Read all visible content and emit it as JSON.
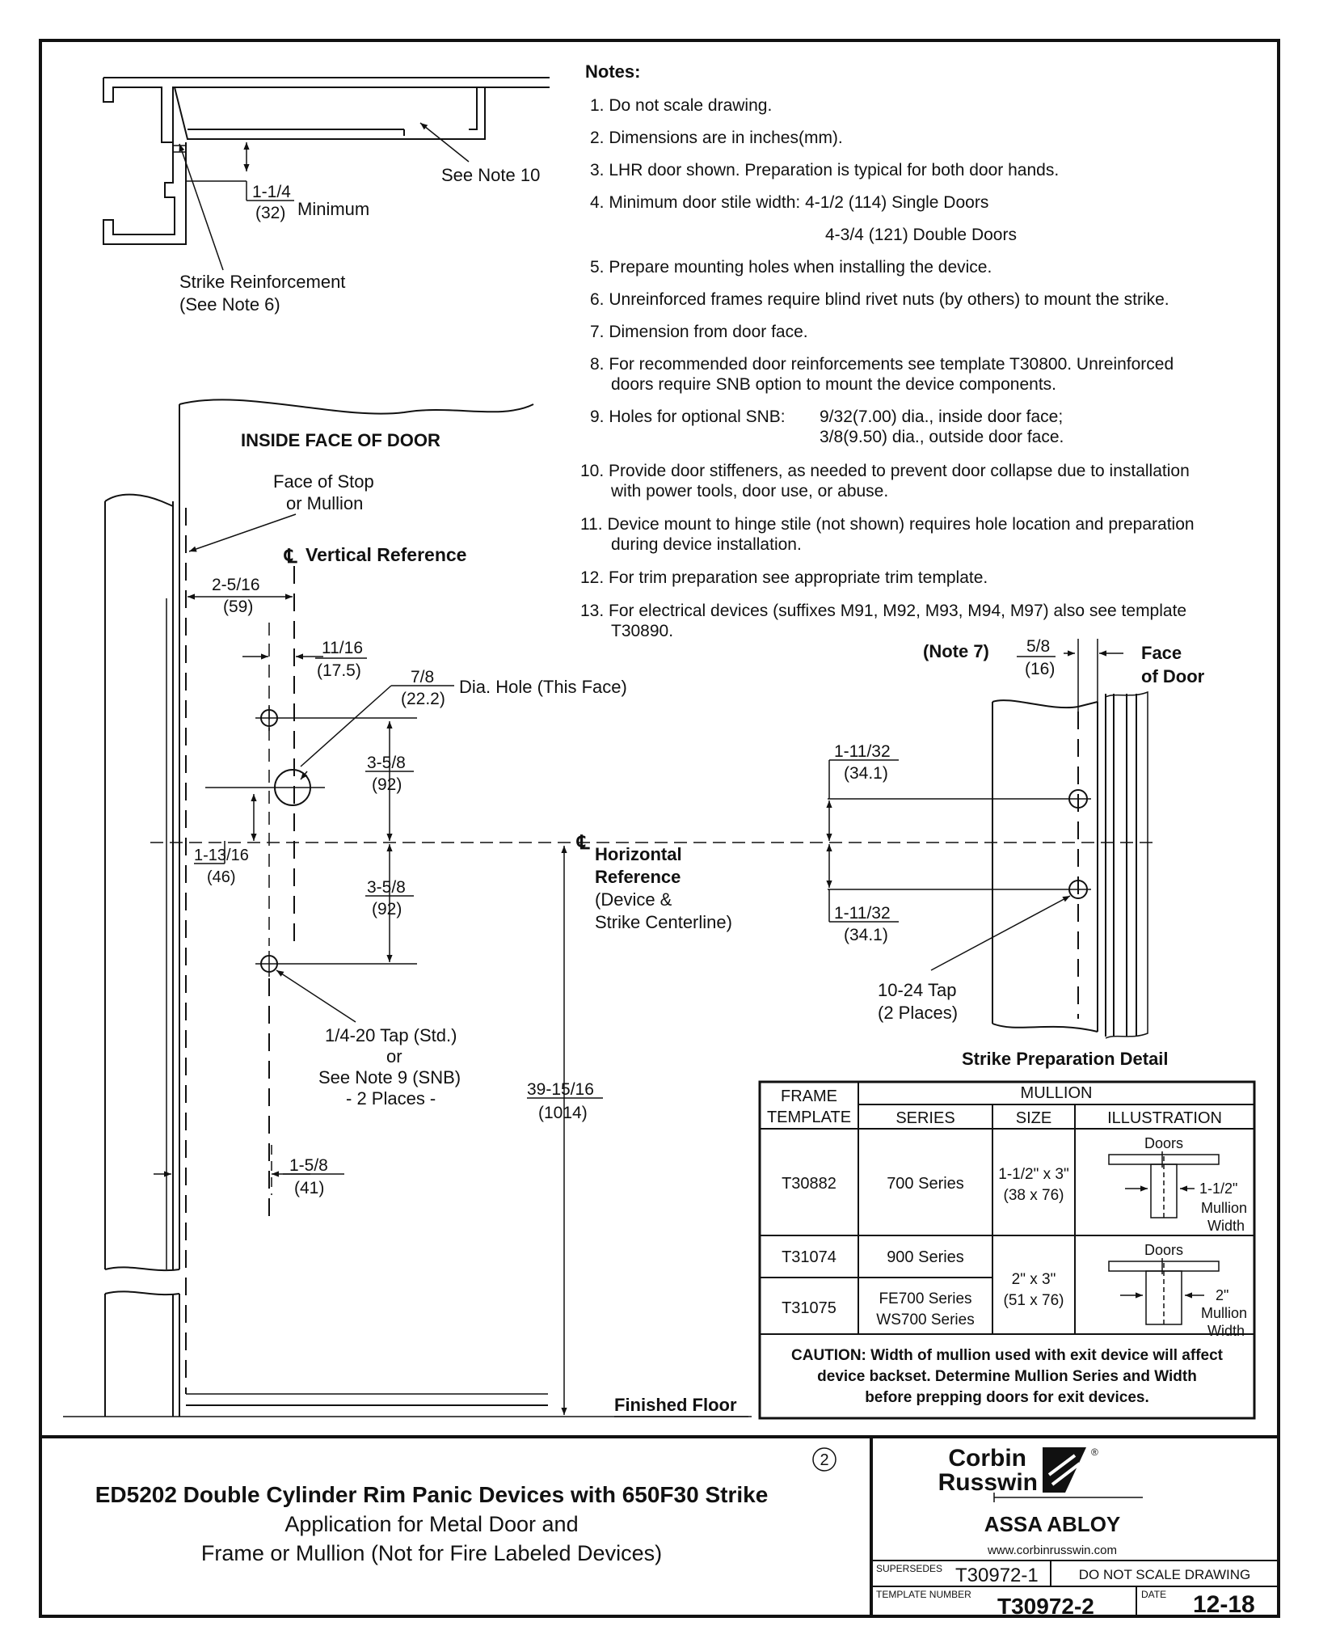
{
  "notes": {
    "heading": "Notes:",
    "items": [
      "1. Do not scale drawing.",
      "2. Dimensions are in inches(mm).",
      "3. LHR door shown. Preparation is typical for both door hands.",
      "4. Minimum door stile width: 4-1/2 (114) Single Doors",
      "4-3/4 (121) Double Doors",
      "5. Prepare mounting holes when installing the device.",
      "6. Unreinforced frames require blind rivet nuts (by others) to mount the strike.",
      "7. Dimension from door face.",
      "8. For recommended door reinforcements see template T30800. Unreinforced",
      "doors require SNB option to mount the device components.",
      "9. Holes for optional SNB:",
      "9/32(7.00) dia., inside door face;",
      "3/8(9.50) dia., outside door face.",
      "10. Provide door stiffeners, as needed to prevent door collapse due to installation",
      "with power tools, door use, or abuse.",
      "11. Device mount to hinge stile (not shown) requires hole location and preparation",
      "during device installation.",
      "12. For trim preparation see appropriate trim template.",
      "13. For electrical devices (suffixes M91, M92, M93, M94, M97) also see template",
      "T30890."
    ]
  },
  "frame_section": {
    "see_note_10": "See Note 10",
    "dim_num": "1-1/4",
    "dim_mm": "(32)",
    "dim_suffix": "Minimum",
    "strike_reinf_1": "Strike Reinforcement",
    "strike_reinf_2": "(See Note 6)"
  },
  "door_elevation": {
    "title": "INSIDE FACE OF DOOR",
    "face_stop_1": "Face of Stop",
    "face_stop_2": "or Mullion",
    "vert_ref_symbol": "℄",
    "vert_ref": "Vertical Reference",
    "d_2_5_16": "2-5/16",
    "d_2_5_16_mm": "(59)",
    "d_11_16": "11/16",
    "d_11_16_mm": "(17.5)",
    "d_7_8": "7/8",
    "d_7_8_mm": "(22.2)",
    "dia_hole": "Dia. Hole (This Face)",
    "d_3_5_8_a": "3-5/8",
    "d_3_5_8_a_mm": "(92)",
    "d_1_13_16": "1-13/16",
    "d_1_13_16_mm": "(46)",
    "horiz_ref_symbol": "℄",
    "horiz_ref_1": "Horizontal",
    "horiz_ref_2": "Reference",
    "horiz_ref_3": "(Device &",
    "horiz_ref_4": "Strike Centerline)",
    "d_3_5_8_b": "3-5/8",
    "d_3_5_8_b_mm": "(92)",
    "tap_1": "1/4-20 Tap (Std.)",
    "tap_2": "or",
    "tap_3": "See Note 9 (SNB)",
    "tap_4": "- 2 Places -",
    "d_39": "39-15/16",
    "d_39_mm": "(1014)",
    "d_1_5_8": "1-5/8",
    "d_1_5_8_mm": "(41)",
    "finished_floor": "Finished Floor"
  },
  "strike_detail": {
    "note7": "(Note 7)",
    "d_5_8": "5/8",
    "d_5_8_mm": "(16)",
    "face_of_door_1": "Face",
    "face_of_door_2": "of Door",
    "d_top": "1-11/32",
    "d_top_mm": "(34.1)",
    "d_bot": "1-11/32",
    "d_bot_mm": "(34.1)",
    "tap_1": "10-24 Tap",
    "tap_2": "(2 Places)",
    "caption": "Strike Preparation Detail"
  },
  "mullion_table": {
    "h_frame_1": "FRAME",
    "h_frame_2": "TEMPLATE",
    "h_mullion": "MULLION",
    "h_series": "SERIES",
    "h_size": "SIZE",
    "h_illustration": "ILLUSTRATION",
    "rows": [
      {
        "template": "T30882",
        "series_1": "700 Series",
        "series_2": "",
        "size_1": "1-1/2\" x 3\"",
        "size_2": "(38 x 76)"
      },
      {
        "template": "T31074",
        "series_1": "900 Series",
        "series_2": "",
        "size_1": "2\" x 3\"",
        "size_2": "(51 x 76)"
      },
      {
        "template": "T31075",
        "series_1": "FE700 Series",
        "series_2": "WS700 Series",
        "size_1": "",
        "size_2": ""
      }
    ],
    "ill_a": {
      "doors": "Doors",
      "w_1": "1-1/2\"",
      "w_2": "Mullion",
      "w_3": "Width"
    },
    "ill_b": {
      "doors": "Doors",
      "w_1": "2\"",
      "w_2": "Mullion",
      "w_3": "Width"
    },
    "caution_1": "CAUTION: Width of mullion used with exit device will affect",
    "caution_2": "device backset. Determine Mullion Series and Width",
    "caution_3": "before prepping doors for exit devices."
  },
  "title_block": {
    "revision": "2",
    "title": "ED5202 Double Cylinder Rim Panic Devices with 650F30 Strike",
    "subtitle_1": "Application for Metal Door and",
    "subtitle_2": "Frame or Mullion (Not for Fire Labeled Devices)",
    "brand_1": "Corbin",
    "brand_2": "Russwin",
    "brand_mark": "®",
    "group": "ASSA ABLOY",
    "website": "www.corbinrusswin.com",
    "supersedes_label": "SUPERSEDES",
    "supersedes_value": "T30972-1",
    "do_not_scale": "DO NOT SCALE DRAWING",
    "template_number_label": "TEMPLATE NUMBER",
    "template_number": "T30972-2",
    "date_label": "DATE",
    "date": "12-18"
  }
}
